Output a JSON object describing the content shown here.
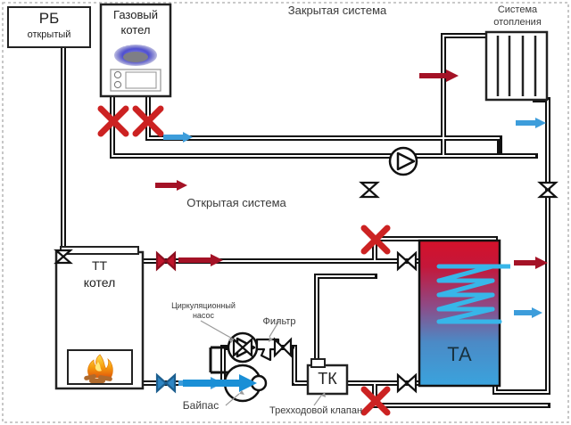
{
  "diagram": {
    "title_closed_system": "Закрытая система",
    "title_open_system": "Открытая система",
    "colors": {
      "hot": "#a41226",
      "cold": "#3d9ddb",
      "closed_valve": "#cc2222",
      "pipe": "#111111",
      "tank_hot": "#d4112a",
      "tank_cold": "#3aa3dd",
      "flame_yellow": "#ffd21e",
      "flame_orange": "#f07c12",
      "burner_blue": "#3b3bbf",
      "label_gray": "#3a3a3a"
    }
  },
  "components": {
    "expansion_tank": {
      "name": "РБ",
      "sub": "открытый"
    },
    "gas_boiler": {
      "line1": "Газовый",
      "line2": "котел"
    },
    "radiator": {
      "line1": "Система",
      "line2": "отопления"
    },
    "solid_fuel_boiler": {
      "line1": "ТТ",
      "line2": "котел"
    },
    "heat_accumulator": {
      "name": "ТА"
    },
    "three_way_valve_box": {
      "name": "ТК"
    }
  },
  "annotations": {
    "circulation_pump": {
      "line1": "Циркуляционный",
      "line2": "насос"
    },
    "filter": {
      "label": "Фильтр"
    },
    "bypass": {
      "label": "Байпас"
    },
    "three_way_valve": {
      "label": "Трехходовой клапан"
    }
  },
  "icons": {
    "burner": "gas-burner-icon",
    "flame": "flame-icon",
    "pump": "pump-icon",
    "valve_open": "valve-open-icon",
    "valve_closed": "valve-closed-icon",
    "arrow_hot": "hot-flow-arrow-icon",
    "arrow_cold": "cold-flow-arrow-icon",
    "coil": "heat-exchanger-coil-icon"
  }
}
